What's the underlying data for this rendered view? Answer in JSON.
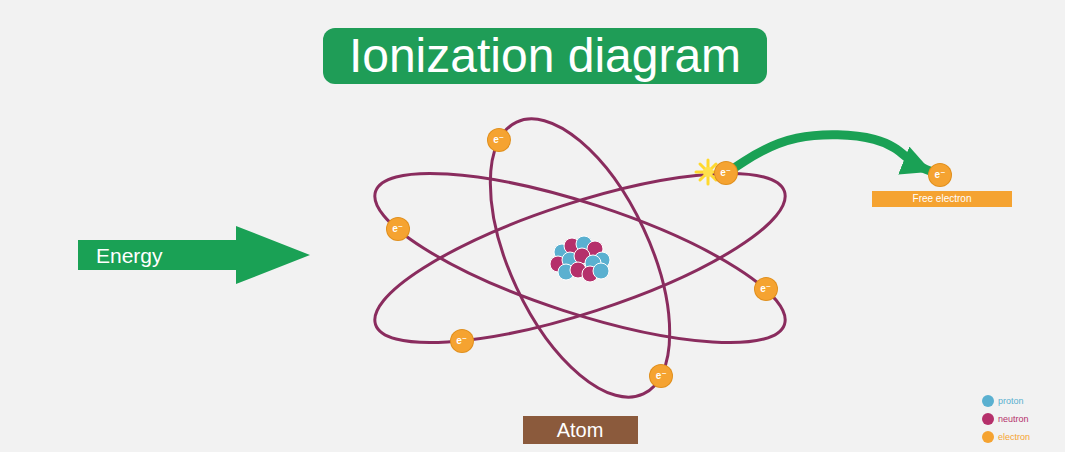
{
  "diagram": {
    "title": "Ionization diagram",
    "nodes": [
      {
        "text": [
          "Energy"
        ]
      },
      {
        "text": [
          "e⁻"
        ]
      },
      {
        "text": [
          "e⁻"
        ]
      },
      {
        "text": [
          "e⁻"
        ]
      },
      {
        "text": [
          "e⁻"
        ]
      },
      {
        "text": [
          "e⁻"
        ]
      },
      {
        "text": [
          "e⁻"
        ]
      },
      {
        "text": [
          "e⁻"
        ]
      },
      {
        "text": [
          "Free electron"
        ]
      },
      {
        "text": [
          "Atom"
        ]
      }
    ],
    "edges": [
      {
        "from": 2,
        "to": 7,
        "arrow": "to"
      }
    ],
    "legend": [
      {
        "text": "proton",
        "color": "#5ab0d0"
      },
      {
        "text": "neutron",
        "color": "#b5306b"
      },
      {
        "text": "electron",
        "color": "#f5a331"
      }
    ]
  }
}
